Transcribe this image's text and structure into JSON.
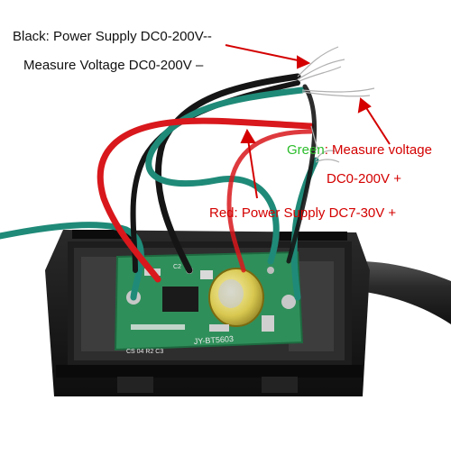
{
  "annotations": {
    "black_line1": "Black: Power Supply DC0-200V--",
    "black_line2": "Measure Voltage DC0-200V –",
    "green_prefix": "Green",
    "green_rest": ": Measure voltage",
    "green_line2": "DC0-200V +",
    "red_line": "Red: Power Supply DC7-30V +"
  },
  "pcb_text": {
    "model": "JY-BT5603",
    "left_marks": "CS 04 R2 C3",
    "c_mark": "C2"
  },
  "colors": {
    "red_label": "#d40000",
    "green_label": "#2bbd2b",
    "wire_red": "#d8181c",
    "wire_green": "#1f8a78",
    "wire_black": "#151515",
    "pcb_green": "#2f8f5a",
    "housing": "#161616"
  }
}
